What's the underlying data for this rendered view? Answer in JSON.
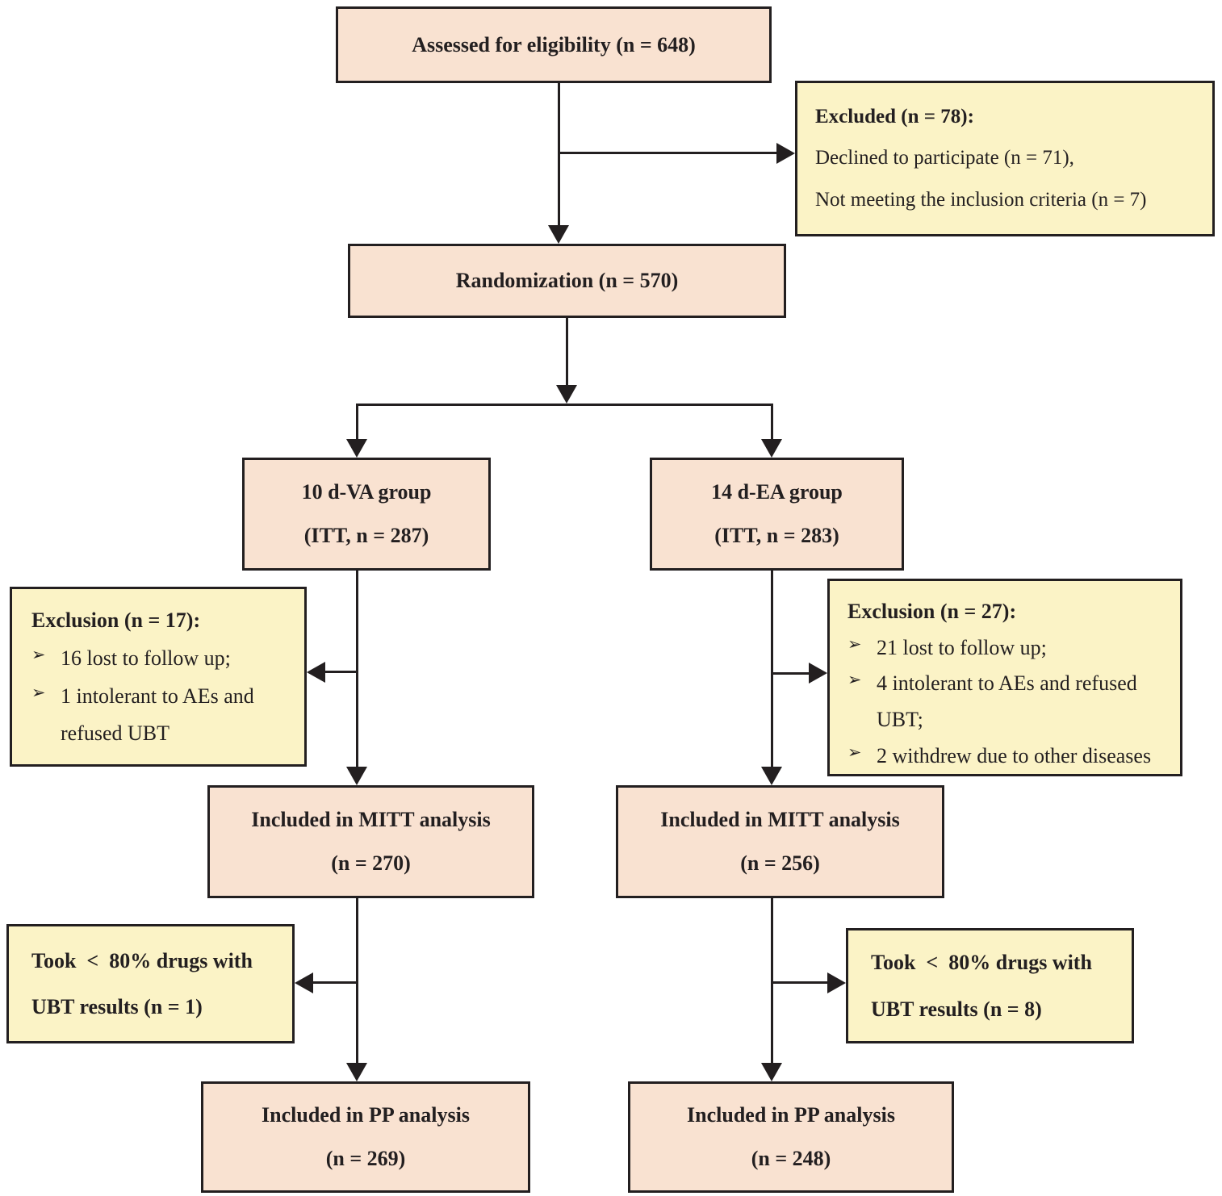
{
  "bullet": "➢",
  "colors": {
    "node_fill": "#f9e2d1",
    "side_note_fill": "#fbf3c6",
    "ink": "#231f20",
    "background": "#ffffff"
  },
  "nodes": {
    "assessed": {
      "label": "Assessed for eligibility (n = 648)"
    },
    "excluded": {
      "title": "Excluded (n = 78):",
      "items": [
        "Declined to participate (n = 71),",
        "Not meeting the inclusion criteria (n = 7)"
      ]
    },
    "randomization": {
      "label": "Randomization (n = 570)"
    },
    "group_va": {
      "lines": [
        "10 d-VA group",
        "(ITT, n = 287)"
      ]
    },
    "group_ea": {
      "lines": [
        "14 d-EA group",
        "(ITT, n = 283)"
      ]
    },
    "exclusion_va": {
      "title": "Exclusion (n = 17):",
      "items": [
        "16 lost to follow up;",
        "1 intolerant to AEs and refused UBT"
      ]
    },
    "exclusion_ea": {
      "title": "Exclusion (n = 27):",
      "items": [
        "21 lost to follow up;",
        "4 intolerant to AEs and refused UBT;",
        "2 withdrew due to other diseases"
      ]
    },
    "mitt_va": {
      "lines": [
        "Included in MITT analysis",
        "(n = 270)"
      ]
    },
    "mitt_ea": {
      "lines": [
        "Included in MITT analysis",
        "(n = 256)"
      ]
    },
    "took_va": {
      "lines": [
        "Took  <  80% drugs with",
        "UBT results (n = 1)"
      ]
    },
    "took_ea": {
      "lines": [
        "Took  <  80% drugs with",
        "UBT results (n = 8)"
      ]
    },
    "pp_va": {
      "lines": [
        "Included in PP analysis",
        "(n = 269)"
      ]
    },
    "pp_ea": {
      "lines": [
        "Included in PP analysis",
        "(n = 248)"
      ]
    }
  }
}
